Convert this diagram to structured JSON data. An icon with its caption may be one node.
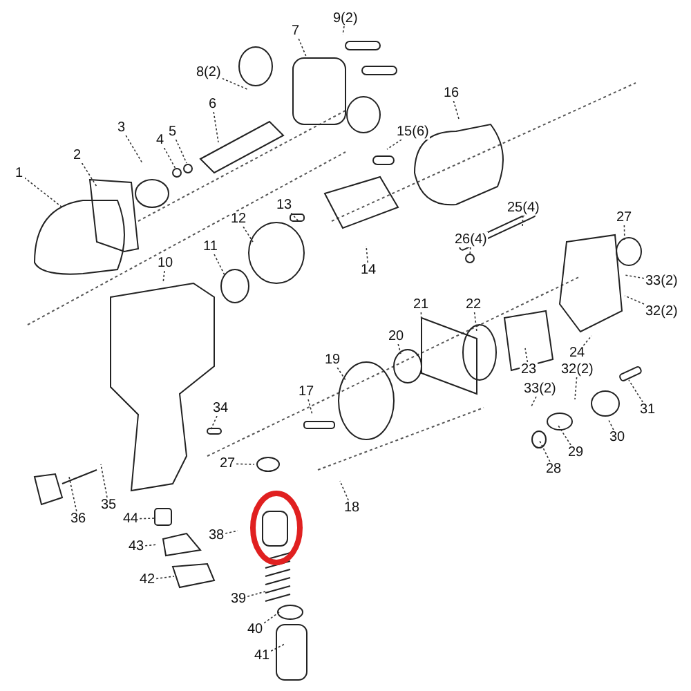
{
  "diagram": {
    "nodes": [
      {
        "text": [
          "1"
        ]
      },
      {
        "text": [
          "2"
        ]
      },
      {
        "text": [
          "3"
        ]
      },
      {
        "text": [
          "4"
        ]
      },
      {
        "text": [
          "5"
        ]
      },
      {
        "text": [
          "6"
        ]
      },
      {
        "text": [
          "7"
        ]
      },
      {
        "text": [
          "8(2)"
        ]
      },
      {
        "text": [
          "9(2)"
        ]
      },
      {
        "text": [
          "10"
        ]
      },
      {
        "text": [
          "11"
        ]
      },
      {
        "text": [
          "12"
        ]
      },
      {
        "text": [
          "13"
        ]
      },
      {
        "text": [
          "14"
        ]
      },
      {
        "text": [
          "15(6)"
        ]
      },
      {
        "text": [
          "16"
        ]
      },
      {
        "text": [
          "17"
        ]
      },
      {
        "text": [
          "18"
        ]
      },
      {
        "text": [
          "19"
        ]
      },
      {
        "text": [
          "20"
        ]
      },
      {
        "text": [
          "21"
        ]
      },
      {
        "text": [
          "22"
        ]
      },
      {
        "text": [
          "23"
        ]
      },
      {
        "text": [
          "24"
        ]
      },
      {
        "text": [
          "25(4)"
        ]
      },
      {
        "text": [
          "26(4)"
        ]
      },
      {
        "text": [
          "27"
        ]
      },
      {
        "text": [
          "33(2)"
        ]
      },
      {
        "text": [
          "32(2)"
        ]
      },
      {
        "text": [
          "28"
        ]
      },
      {
        "text": [
          "29"
        ]
      },
      {
        "text": [
          "30"
        ]
      },
      {
        "text": [
          "31"
        ]
      },
      {
        "text": [
          "32(2)"
        ]
      },
      {
        "text": [
          "33(2)"
        ]
      },
      {
        "text": [
          "34"
        ]
      },
      {
        "text": [
          "35"
        ]
      },
      {
        "text": [
          "36"
        ]
      },
      {
        "text": [
          "27"
        ]
      },
      {
        "text": [
          "38"
        ]
      },
      {
        "text": [
          "39"
        ]
      },
      {
        "text": [
          "40"
        ]
      },
      {
        "text": [
          "41"
        ]
      },
      {
        "text": [
          "42"
        ]
      },
      {
        "text": [
          "43"
        ]
      },
      {
        "text": [
          "44"
        ]
      }
    ],
    "edges": [
      {
        "from": 0,
        "to": null,
        "arrow": "none"
      },
      {
        "from": 1,
        "to": null,
        "arrow": "none"
      },
      {
        "from": 2,
        "to": null,
        "arrow": "none"
      },
      {
        "from": 3,
        "to": null,
        "arrow": "none"
      },
      {
        "from": 4,
        "to": null,
        "arrow": "none"
      },
      {
        "from": 5,
        "to": null,
        "arrow": "none"
      },
      {
        "from": 6,
        "to": null,
        "arrow": "none"
      },
      {
        "from": 7,
        "to": null,
        "arrow": "none"
      },
      {
        "from": 8,
        "to": null,
        "arrow": "none"
      },
      {
        "from": 9,
        "to": null,
        "arrow": "none"
      },
      {
        "from": 10,
        "to": null,
        "arrow": "none"
      },
      {
        "from": 11,
        "to": null,
        "arrow": "none"
      },
      {
        "from": 12,
        "to": null,
        "arrow": "none"
      },
      {
        "from": 13,
        "to": null,
        "arrow": "none"
      },
      {
        "from": 14,
        "to": null,
        "arrow": "none"
      },
      {
        "from": 15,
        "to": null,
        "arrow": "none"
      },
      {
        "from": 16,
        "to": null,
        "arrow": "none"
      },
      {
        "from": 17,
        "to": null,
        "arrow": "none"
      },
      {
        "from": 18,
        "to": null,
        "arrow": "none"
      },
      {
        "from": 19,
        "to": null,
        "arrow": "none"
      },
      {
        "from": 20,
        "to": null,
        "arrow": "none"
      },
      {
        "from": 21,
        "to": null,
        "arrow": "none"
      },
      {
        "from": 22,
        "to": null,
        "arrow": "none"
      },
      {
        "from": 23,
        "to": null,
        "arrow": "none"
      },
      {
        "from": 24,
        "to": null,
        "arrow": "none"
      },
      {
        "from": 25,
        "to": null,
        "arrow": "none"
      },
      {
        "from": 26,
        "to": null,
        "arrow": "none"
      },
      {
        "from": 27,
        "to": null,
        "arrow": "none"
      },
      {
        "from": 28,
        "to": null,
        "arrow": "none"
      },
      {
        "from": 29,
        "to": null,
        "arrow": "none"
      },
      {
        "from": 30,
        "to": null,
        "arrow": "none"
      },
      {
        "from": 31,
        "to": null,
        "arrow": "none"
      },
      {
        "from": 32,
        "to": null,
        "arrow": "none"
      },
      {
        "from": 33,
        "to": null,
        "arrow": "none"
      },
      {
        "from": 34,
        "to": null,
        "arrow": "none"
      },
      {
        "from": 35,
        "to": null,
        "arrow": "none"
      },
      {
        "from": 36,
        "to": null,
        "arrow": "none"
      },
      {
        "from": 37,
        "to": null,
        "arrow": "none"
      },
      {
        "from": 38,
        "to": null,
        "arrow": "none"
      },
      {
        "from": 39,
        "to": null,
        "arrow": "none"
      },
      {
        "from": 40,
        "to": null,
        "arrow": "none"
      },
      {
        "from": 41,
        "to": null,
        "arrow": "none"
      },
      {
        "from": 42,
        "to": null,
        "arrow": "none"
      },
      {
        "from": 43,
        "to": null,
        "arrow": "none"
      },
      {
        "from": 44,
        "to": null,
        "arrow": "none"
      },
      {
        "from": 45,
        "to": null,
        "arrow": "none"
      }
    ]
  }
}
